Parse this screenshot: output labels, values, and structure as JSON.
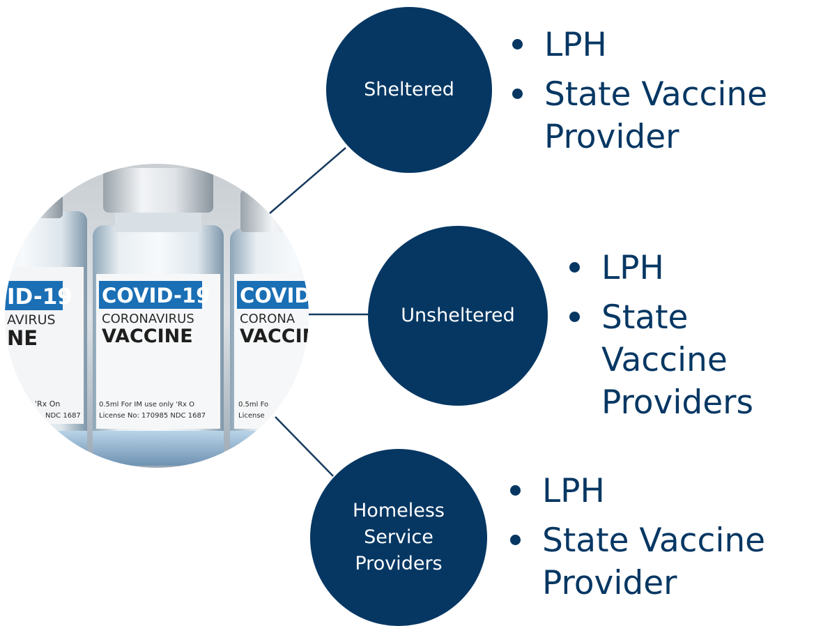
{
  "photo": {
    "vials": [
      {
        "line1": "ID-19",
        "line2": "AVIRUS",
        "line3": "NE",
        "small1": "nly  'Rx On",
        "small2": "NDC 1687"
      },
      {
        "line1": "COVID-19",
        "line2": "CORONAVIRUS",
        "line3": "VACCINE",
        "small1": "0.5ml   For IM use only   'Rx O",
        "small2": "License No: 170985   NDC 1687"
      },
      {
        "line1": "COVID",
        "line2": "CORONA",
        "line3": "VACCIN",
        "small1": "0.5ml   Fo",
        "small2": "License"
      }
    ]
  },
  "groups": [
    {
      "name_lines": [
        "Sheltered"
      ],
      "items": [
        [
          "LPH"
        ],
        [
          "State Vaccine",
          "Provider"
        ]
      ]
    },
    {
      "name_lines": [
        "Unsheltered"
      ],
      "items": [
        [
          "LPH"
        ],
        [
          "State Vaccine",
          "Providers"
        ]
      ]
    },
    {
      "name_lines": [
        "Homeless",
        "Service",
        "Providers"
      ],
      "items": [
        [
          "LPH"
        ],
        [
          "State Vaccine",
          "Provider"
        ]
      ]
    }
  ],
  "colors": {
    "node_fill": "#063763",
    "text": "#063763",
    "label_blue": "#1a6fb5"
  }
}
